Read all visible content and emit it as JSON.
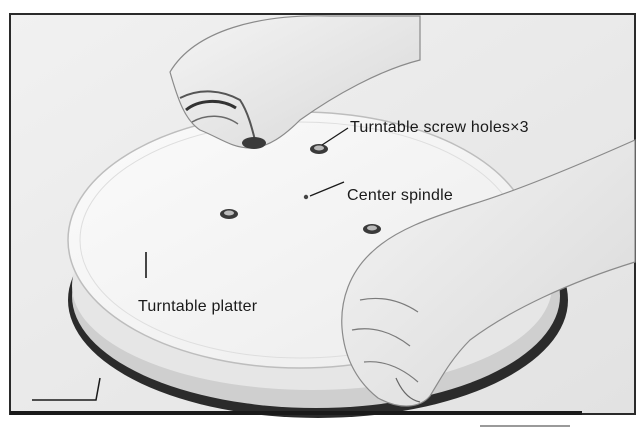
{
  "labels": {
    "screw_holes": "Turntable screw holes×3",
    "center_spindle": "Center spindle",
    "platter": "Turntable platter"
  }
}
